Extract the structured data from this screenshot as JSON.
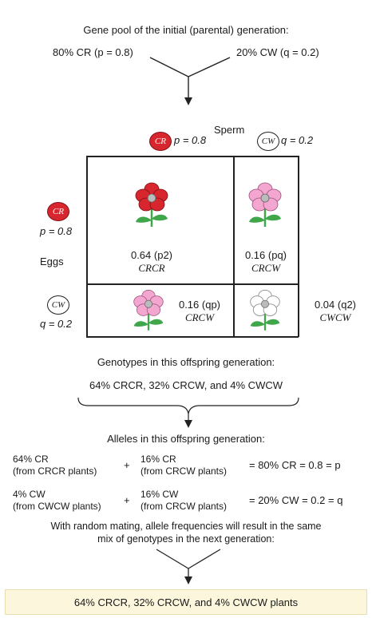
{
  "title": "Gene pool of the initial (parental) generation:",
  "parental": {
    "left": "80% CR (p = 0.8)",
    "right": "20% CW (q = 0.2)"
  },
  "punnett": {
    "sperm_label": "Sperm",
    "sperm_r_allele": "CR",
    "sperm_r_freq": "p = 0.8",
    "sperm_w_allele": "CW",
    "sperm_w_freq": "q = 0.2",
    "eggs_label": "Eggs",
    "egg_r_allele": "CR",
    "egg_r_freq": "p = 0.8",
    "egg_w_allele": "CW",
    "egg_w_freq": "q = 0.2",
    "cells": [
      {
        "freq": "0.64 (p2)",
        "genotype": "CRCR",
        "flower": "red"
      },
      {
        "freq": "0.16 (pq)",
        "genotype": "CRCW",
        "flower": "pink"
      },
      {
        "freq": "0.16 (qp)",
        "genotype": "CRCW",
        "flower": "pink"
      },
      {
        "freq": "0.04 (q2)",
        "genotype": "CWCW",
        "flower": "white"
      }
    ]
  },
  "offspring_genotypes_heading": "Genotypes in this offspring generation:",
  "offspring_genotypes": "64% CRCR, 32% CRCW, and 4% CWCW",
  "alleles_heading": "Alleles in this offspring generation:",
  "allele_rows": [
    {
      "a": "64% CR",
      "a_sub": "(from CRCR plants)",
      "b": "16% CR",
      "b_sub": "(from CRCW plants)",
      "result": "= 80% CR = 0.8 = p"
    },
    {
      "a": "4% CW",
      "a_sub": "(from CWCW plants)",
      "b": "16% CW",
      "b_sub": "(from CRCW plants)",
      "result": "= 20% CW = 0.2 = q"
    }
  ],
  "plus": "+",
  "random_mating_line1": "With random mating, allele frequencies will result in the same",
  "random_mating_line2": "mix of genotypes in the next generation:",
  "final": "64% CRCR, 32% CRCW, and 4% CWCW plants",
  "colors": {
    "red_flower": "#d8262e",
    "pink_flower": "#f3a6cf",
    "white_flower": "#ffffff",
    "leaf": "#3fa64a",
    "final_bg": "#fbf6dc"
  }
}
